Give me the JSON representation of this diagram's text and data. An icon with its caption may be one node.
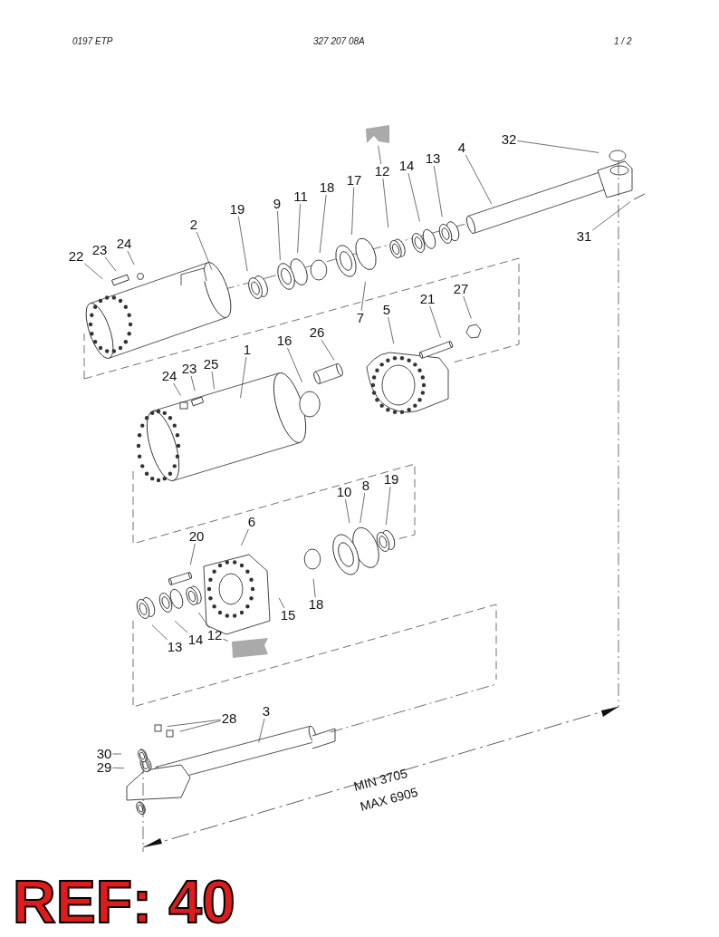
{
  "diagram": {
    "nodes": [
      {
        "text": [
          "32"
        ]
      },
      {
        "text": [
          "4"
        ]
      },
      {
        "text": [
          "13"
        ]
      },
      {
        "text": [
          "14"
        ]
      },
      {
        "text": [
          "12"
        ]
      },
      {
        "text": [
          "17"
        ]
      },
      {
        "text": [
          "18"
        ]
      },
      {
        "text": [
          "11"
        ]
      },
      {
        "text": [
          "9"
        ]
      },
      {
        "text": [
          "19"
        ]
      },
      {
        "text": [
          "2"
        ]
      },
      {
        "text": [
          "24"
        ]
      },
      {
        "text": [
          "23"
        ]
      },
      {
        "text": [
          "22"
        ]
      },
      {
        "text": [
          "31"
        ]
      },
      {
        "text": [
          "7"
        ]
      },
      {
        "text": [
          "5"
        ]
      },
      {
        "text": [
          "21"
        ]
      },
      {
        "text": [
          "27"
        ]
      },
      {
        "text": [
          "26"
        ]
      },
      {
        "text": [
          "16"
        ]
      },
      {
        "text": [
          "1"
        ]
      },
      {
        "text": [
          "24"
        ]
      },
      {
        "text": [
          "23"
        ]
      },
      {
        "text": [
          "25"
        ]
      },
      {
        "text": [
          "6"
        ]
      },
      {
        "text": [
          "10"
        ]
      },
      {
        "text": [
          "8"
        ]
      },
      {
        "text": [
          "19"
        ]
      },
      {
        "text": [
          "20"
        ]
      },
      {
        "text": [
          "18"
        ]
      },
      {
        "text": [
          "15"
        ]
      },
      {
        "text": [
          "13"
        ]
      },
      {
        "text": [
          "14"
        ]
      },
      {
        "text": [
          "12"
        ]
      },
      {
        "text": [
          "28"
        ]
      },
      {
        "text": [
          "3"
        ]
      },
      {
        "text": [
          "30"
        ]
      },
      {
        "text": [
          "29"
        ]
      }
    ],
    "edges": [
      {
        "from": 0,
        "to": null,
        "arrow": "none"
      },
      {
        "from": 1,
        "to": null,
        "arrow": "none"
      },
      {
        "from": 2,
        "to": null,
        "arrow": "none"
      },
      {
        "from": 3,
        "to": null,
        "arrow": "none"
      },
      {
        "from": 4,
        "to": null,
        "arrow": "none"
      },
      {
        "from": 4,
        "to": null,
        "arrow": "none"
      },
      {
        "from": 5,
        "to": null,
        "arrow": "none"
      },
      {
        "from": 6,
        "to": null,
        "arrow": "none"
      },
      {
        "from": 7,
        "to": null,
        "arrow": "none"
      },
      {
        "from": 8,
        "to": null,
        "arrow": "none"
      },
      {
        "from": 9,
        "to": null,
        "arrow": "none"
      },
      {
        "from": 10,
        "to": null,
        "arrow": "none"
      },
      {
        "from": 11,
        "to": null,
        "arrow": "none"
      },
      {
        "from": 12,
        "to": null,
        "arrow": "none"
      },
      {
        "from": 13,
        "to": null,
        "arrow": "none"
      },
      {
        "from": 14,
        "to": null,
        "arrow": "none"
      },
      {
        "from": 15,
        "to": null,
        "arrow": "none"
      },
      {
        "from": 16,
        "to": null,
        "arrow": "none"
      },
      {
        "from": 17,
        "to": null,
        "arrow": "none"
      },
      {
        "from": 18,
        "to": null,
        "arrow": "none"
      },
      {
        "from": 19,
        "to": null,
        "arrow": "none"
      },
      {
        "from": 20,
        "to": null,
        "arrow": "none"
      },
      {
        "from": 21,
        "to": null,
        "arrow": "none"
      },
      {
        "from": 22,
        "to": null,
        "arrow": "none"
      },
      {
        "from": 23,
        "to": null,
        "arrow": "none"
      },
      {
        "from": 24,
        "to": null,
        "arrow": "none"
      },
      {
        "from": 25,
        "to": null,
        "arrow": "none"
      },
      {
        "from": 26,
        "to": null,
        "arrow": "none"
      },
      {
        "from": 27,
        "to": null,
        "arrow": "none"
      },
      {
        "from": 28,
        "to": null,
        "arrow": "none"
      },
      {
        "from": 29,
        "to": null,
        "arrow": "none"
      },
      {
        "from": 30,
        "to": null,
        "arrow": "none"
      },
      {
        "from": 31,
        "to": null,
        "arrow": "none"
      },
      {
        "from": 32,
        "to": null,
        "arrow": "none"
      },
      {
        "from": 33,
        "to": null,
        "arrow": "none"
      },
      {
        "from": 34,
        "to": null,
        "arrow": "none"
      },
      {
        "from": 34,
        "to": null,
        "arrow": "none"
      },
      {
        "from": 35,
        "to": null,
        "arrow": "none"
      },
      {
        "from": 35,
        "to": null,
        "arrow": "none"
      },
      {
        "from": 36,
        "to": null,
        "arrow": "none"
      },
      {
        "from": 37,
        "to": null,
        "arrow": "none"
      },
      {
        "from": 38,
        "to": null,
        "arrow": "none"
      }
    ],
    "labels": [
      "0197 ETP",
      "327 207 08A",
      "1 / 2",
      "MIN 3705",
      "MAX 6905",
      "REF: 40"
    ]
  }
}
